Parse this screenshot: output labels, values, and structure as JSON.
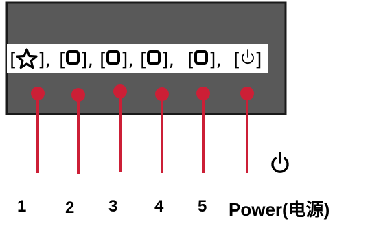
{
  "panel": {
    "keys": [
      {
        "open": "[",
        "icon": "star-icon",
        "close": "],"
      },
      {
        "open": "[",
        "icon": "square-button-icon",
        "close": "],"
      },
      {
        "open": "[",
        "icon": "square-button-icon",
        "close": "],"
      },
      {
        "open": "[",
        "icon": "square-button-icon",
        "close": "],"
      },
      {
        "open": "[",
        "icon": "square-button-icon",
        "close": "],"
      },
      {
        "open": "[",
        "icon": "power-icon",
        "close": "]"
      }
    ]
  },
  "buttons": [
    {
      "label": "1"
    },
    {
      "label": "2"
    },
    {
      "label": "3"
    },
    {
      "label": "4"
    },
    {
      "label": "5"
    },
    {
      "label": "Power(电源)"
    }
  ],
  "colors": {
    "panel": "#595959",
    "panel_border": "#1a1a1a",
    "key_strip": "#ffffff",
    "button": "#cc1f36",
    "text": "#000000"
  }
}
